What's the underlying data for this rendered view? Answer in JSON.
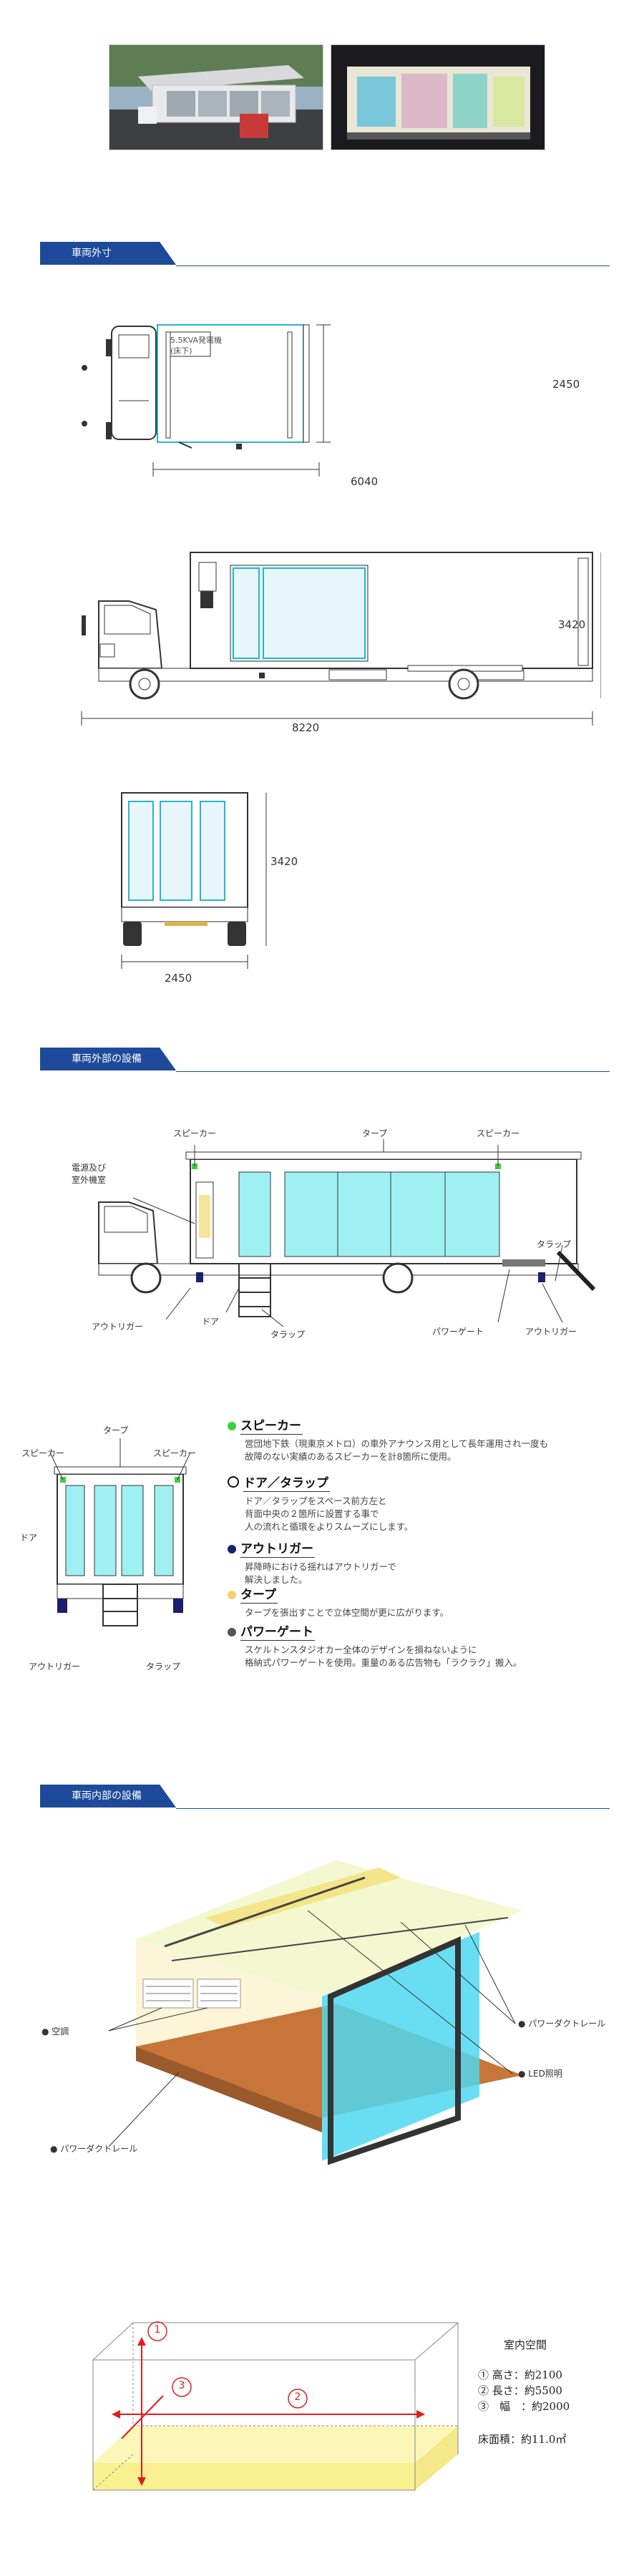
{
  "sections": {
    "exterior_dims": "車両外寸",
    "exterior_equipment": "車両外部の設備",
    "interior_equipment": "車両内部の設備"
  },
  "photos": {
    "daytime": "truck-stage-daytime-photo",
    "night": "truck-stage-night-photo"
  },
  "top_view": {
    "generator_label": "5.5KVA発電機\n(床下)",
    "length": "6040",
    "width": "2450"
  },
  "side_view": {
    "length": "8220",
    "height": "3420"
  },
  "rear_view": {
    "height": "3420",
    "width": "2450"
  },
  "ext_labels": {
    "speaker_left": "スピーカー",
    "tarp_top": "タープ",
    "speaker_right": "スピーカー",
    "power_room": "電源及び\n室外機室",
    "tarp_side": "タラップ",
    "outrigger_left": "アウトリガー",
    "door": "ドア",
    "tarp_bottom": "タラップ",
    "power_gate": "パワーゲート",
    "outrigger_right": "アウトリガー"
  },
  "front_labels": {
    "tarp": "タープ",
    "speaker_left": "スピーカー",
    "speaker_right": "スピーカー",
    "door": "ドア",
    "outrigger": "アウトリガー",
    "tarp_bottom": "タラップ"
  },
  "features": [
    {
      "title": "スピーカー",
      "color": "#3ecf3e",
      "hollow": false,
      "desc": "営団地下鉄（現東京メトロ）の車外アナウンス用として長年運用され一度も\n故障のない実績のあるスピーカーを計8箇所に使用。"
    },
    {
      "title": "ドア／タラップ",
      "color": "#ffffff",
      "hollow": true,
      "desc": "ドア／タラップをスペース前方左と\n背面中央の２箇所に設置する事で\n人の流れと循環をよりスムーズにします。"
    },
    {
      "title": "アウトリガー",
      "color": "#1a1f6e",
      "hollow": false,
      "desc": "昇降時における揺れはアウトリガーで\n解決しました。"
    },
    {
      "title": "タープ",
      "color": "#f3d36a",
      "hollow": false,
      "desc": "タープを張出すことで立体空間が更に広がります。"
    },
    {
      "title": "パワーゲート",
      "color": "#555555",
      "hollow": false,
      "desc": "スケルトンスタジオカー全体のデザインを損ねないように\n格納式パワーゲートを使用。重量のある広告物も「ラクラク」搬入。"
    }
  ],
  "interior_labels": {
    "aircon": "空調",
    "power_duct_right": "パワーダクトレール",
    "led": "LED照明",
    "power_duct_left": "パワーダクトレール"
  },
  "space": {
    "title": "室内空間",
    "height": "① 高さ：約2100",
    "length": "② 長さ：約5500",
    "width": "③　幅　：約2000",
    "area": "床面積：約11.0㎡",
    "n1": "1",
    "n2": "2",
    "n3": "3"
  }
}
